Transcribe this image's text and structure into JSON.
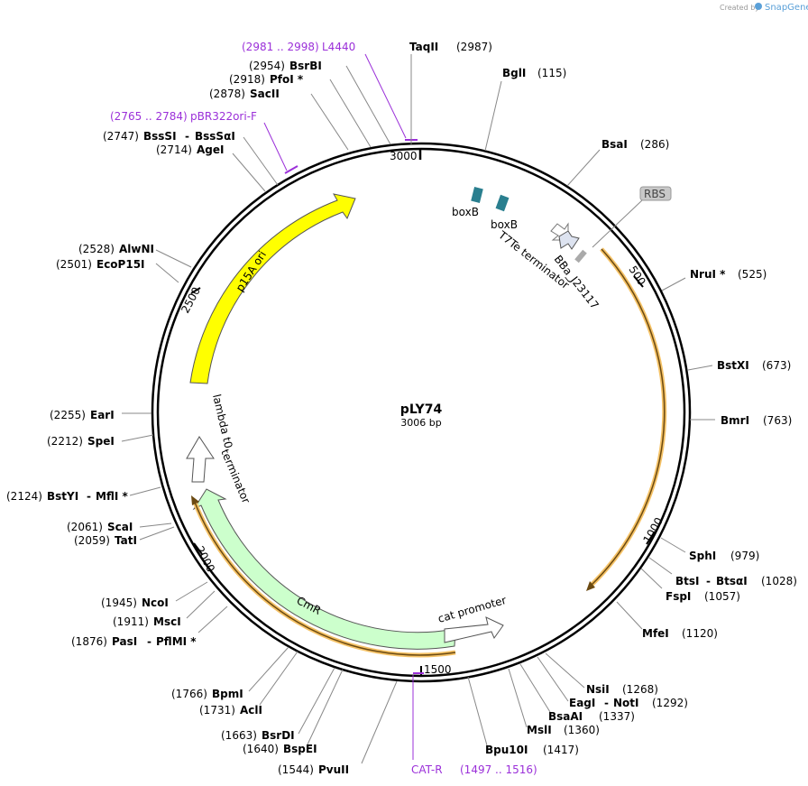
{
  "app": {
    "credit": "Created by",
    "brand": "SnapGene"
  },
  "plasmid": {
    "name": "pLY74",
    "size_label": "3006 bp",
    "length": 3006
  },
  "ticks": [
    {
      "label": "500",
      "pos": 500
    },
    {
      "label": "1000",
      "pos": 1000
    },
    {
      "label": "1500",
      "pos": 1500
    },
    {
      "label": "2000",
      "pos": 2000
    },
    {
      "label": "2500",
      "pos": 2500
    },
    {
      "label": "3000",
      "pos": 3000
    }
  ],
  "enzymes": [
    {
      "name": "TaqII",
      "pos": "(2987)"
    },
    {
      "name": "BglI",
      "pos": "(115)"
    },
    {
      "name": "BsaI",
      "pos": "(286)"
    },
    {
      "name": "NruI *",
      "pos": "(525)"
    },
    {
      "name": "BstXI",
      "pos": "(673)"
    },
    {
      "name": "BmrI",
      "pos": "(763)"
    },
    {
      "name": "SphI",
      "pos": "(979)"
    },
    {
      "name": "BtsI",
      "name2": "BtsαI",
      "pos": "(1028)"
    },
    {
      "name": "FspI",
      "pos": "(1057)"
    },
    {
      "name": "MfeI",
      "pos": "(1120)"
    },
    {
      "name": "NsiI",
      "pos": "(1268)"
    },
    {
      "name": "EagI",
      "name2": "NotI",
      "pos": "(1292)"
    },
    {
      "name": "BsaAI",
      "pos": "(1337)"
    },
    {
      "name": "MslI",
      "pos": "(1360)"
    },
    {
      "name": "Bpu10I",
      "pos": "(1417)"
    },
    {
      "name": "PvuII",
      "pos": "(1544)"
    },
    {
      "name": "BspEI",
      "pos": "(1640)"
    },
    {
      "name": "BsrDI",
      "pos": "(1663)"
    },
    {
      "name": "AclI",
      "pos": "(1731)"
    },
    {
      "name": "BpmI",
      "pos": "(1766)"
    },
    {
      "name": "PasI",
      "name2": "PflMI *",
      "pos": "(1876)"
    },
    {
      "name": "MscI",
      "pos": "(1911)"
    },
    {
      "name": "NcoI",
      "pos": "(1945)"
    },
    {
      "name": "TatI",
      "pos": "(2059)"
    },
    {
      "name": "ScaI",
      "pos": "(2061)"
    },
    {
      "name": "BstYI",
      "name2": "MflI *",
      "pos": "(2124)"
    },
    {
      "name": "SpeI",
      "pos": "(2212)"
    },
    {
      "name": "EarI",
      "pos": "(2255)"
    },
    {
      "name": "EcoP15I",
      "pos": "(2501)"
    },
    {
      "name": "AlwNI",
      "pos": "(2528)"
    },
    {
      "name": "AgeI",
      "pos": "(2714)"
    },
    {
      "name": "BssSI",
      "name2": "BssSαI",
      "pos": "(2747)"
    },
    {
      "name": "SacII",
      "pos": "(2878)"
    },
    {
      "name": "PfoI *",
      "pos": "(2918)"
    },
    {
      "name": "BsrBI",
      "pos": "(2954)"
    }
  ],
  "primers": [
    {
      "name": "L4440",
      "range": "(2981 .. 2998)"
    },
    {
      "name": "pBR322ori-F",
      "range": "(2765 .. 2784)"
    },
    {
      "name": "CAT-R",
      "range": "(1497 .. 1516)"
    }
  ],
  "features": {
    "p15a_ori": "p15A ori",
    "cmr": "CmR",
    "cat_promoter": "cat promoter",
    "lambda_terminator_1": "lambda t0",
    "lambda_terminator_2": "terminator",
    "t7te": "T7Te terminator",
    "bba": "BBa_J23117",
    "rbs": "RBS",
    "boxb_1": "boxB",
    "boxb_2": "boxB"
  },
  "colors": {
    "p15a_ori": "#ffff00",
    "cmr": "#ccffcc",
    "orf_outline": "#f5c266",
    "orf_line": "#6b4a12",
    "boxb": "#2a7f8f",
    "primer": "#9b30d9",
    "backbone": "#000000",
    "leader": "#888888",
    "rbs_fill": "#c8c8c8",
    "bba_fill": "#dde3f0"
  }
}
